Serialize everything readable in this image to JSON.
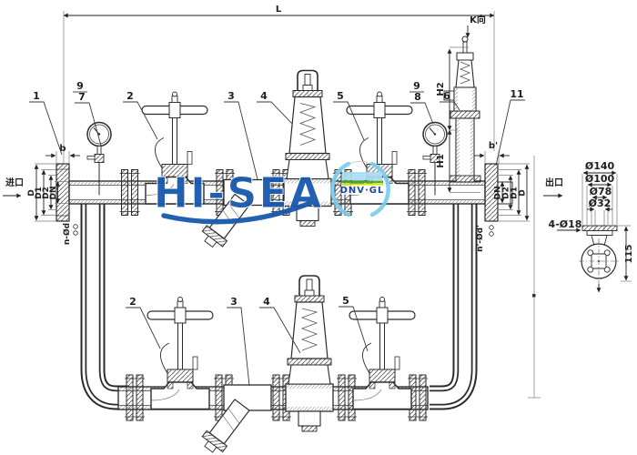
{
  "callouts": {
    "top": [
      "1",
      "9",
      "7",
      "2",
      "3",
      "4",
      "5",
      "9",
      "8",
      "6",
      "11"
    ],
    "bottom": [
      "2",
      "3",
      "4",
      "5"
    ]
  },
  "dimensions": {
    "overall_length": "L",
    "view_direction": "K向",
    "height_upper": "H2",
    "height_lower": "H1",
    "flange_thickness_inlet": "b",
    "flange_thickness_outlet": "b'",
    "inlet_bolts": "n-Ød",
    "outlet_bolts": "n'-Ød'",
    "outer_diameter": "D",
    "bolt_circle_diameter": "D1",
    "raised_face_diameter": "D2",
    "nominal_diameter": "DN"
  },
  "ports": {
    "inlet": "进口",
    "outlet": "出口"
  },
  "k_view": {
    "flange_od": "Ø140",
    "bolt_circle": "Ø100",
    "raised_face": "Ø78",
    "bore": "Ø32",
    "bolt_holes": "4-Ø18",
    "offset_height": "115"
  },
  "watermarks": {
    "brand": "HI-SEA",
    "certification": "DNV·GL"
  },
  "colors": {
    "ink": "#2b2b2b",
    "brand_blue": "#1958ac",
    "cert_text_blue": "#0f3a8f",
    "cert_arc_blue": "#7ccdec",
    "cert_green": "#3aaa35",
    "cert_yellow": "#dce000"
  }
}
